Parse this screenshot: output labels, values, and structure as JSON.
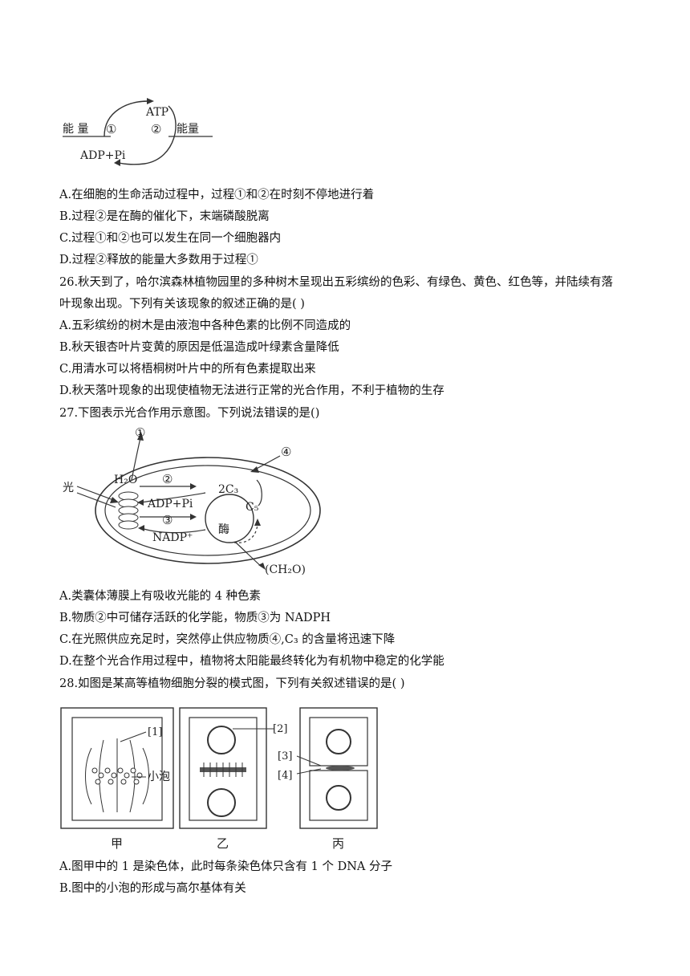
{
  "fig_atp": {
    "atp": "ATP",
    "adp_pi": "ADP+Pi",
    "energy_left": "能 量",
    "energy_right": "能量",
    "circle1": "①",
    "circle2": "②"
  },
  "q25_options": {
    "A": "A.在细胞的生命活动过程中，过程①和②在时刻不停地进行着",
    "B": "B.过程②是在酶的催化下，末端磷酸脱离",
    "C": "C.过程①和②也可以发生在同一个细胞器内",
    "D": "D.过程②释放的能量大多数用于过程①"
  },
  "q26": {
    "stem_line1": "26.秋天到了，哈尔滨森林植物园里的多种树木呈现出五彩缤纷的色彩、有绿色、黄色、红色等，并陆续有落",
    "stem_line2": "叶现象出现。下列有关该现象的叙述正确的是( )",
    "A": "A.五彩缤纷的树木是由液泡中各种色素的比例不同造成的",
    "B": "B.秋天银杏叶片变黄的原因是低温造成叶绿素含量降低",
    "C": "C.用清水可以将梧桐树叶片中的所有色素提取出来",
    "D": "D.秋天落叶现象的出现使植物无法进行正常的光合作用，不利于植物的生存"
  },
  "q27": {
    "stem": "27.下图表示光合作用示意图。下列说法错误的是()",
    "A": "A.类囊体薄膜上有吸收光能的 4 种色素",
    "B": "B.物质②中可储存活跃的化学能，物质③为 NADPH",
    "C": "C.在光照供应充足时，突然停止供应物质④,C₃ 的含量将迅速下降",
    "D": "D.在整个光合作用过程中，植物将太阳能最终转化为有机物中稳定的化学能"
  },
  "fig_photo": {
    "light": "光",
    "h2o": "H₂O",
    "c1": "①",
    "c2": "②",
    "c3": "③",
    "c4": "④",
    "adp_pi": "ADP+Pi",
    "nadp": "NADP⁺",
    "c3_label": "2C₃",
    "c5_label": "C₅",
    "enzyme": "酶",
    "ch2o": "(CH₂O)"
  },
  "q28": {
    "stem": "28.如图是某高等植物细胞分裂的模式图，下列有关叙述错误的是( )",
    "A": "A.图甲中的 1 是染色体，此时每条染色体只含有 1 个 DNA 分子",
    "B": "B.图中的小泡的形成与高尔基体有关"
  },
  "fig_cells": {
    "label1": "[1]",
    "label2": "[2]",
    "label3": "[3]",
    "label4": "[4]",
    "vesicle": "小泡",
    "jia": "甲",
    "yi": "乙",
    "bing": "丙"
  }
}
